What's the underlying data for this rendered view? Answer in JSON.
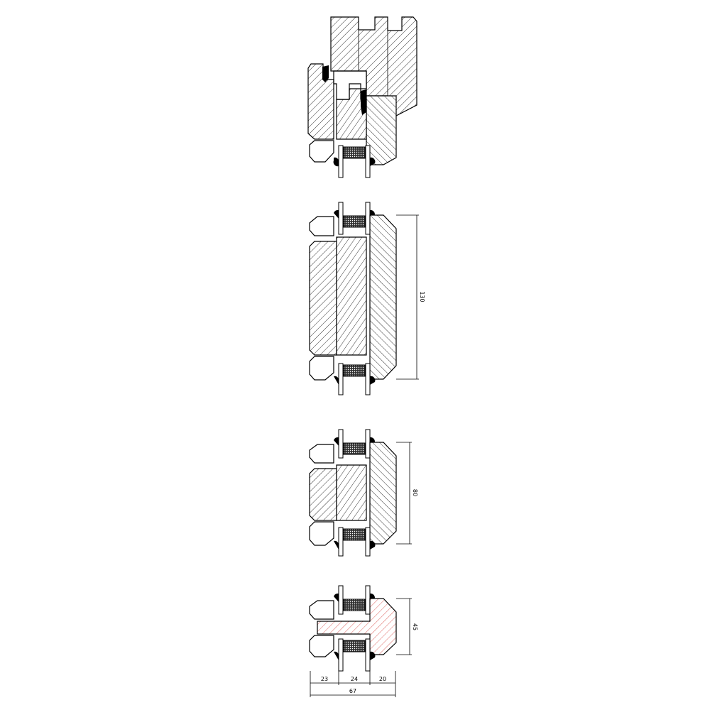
{
  "drawing": {
    "sections": [
      {
        "id": "sash-head",
        "type": "frame-sash-head"
      },
      {
        "id": "transom-130",
        "type": "transom",
        "dimension": "130"
      },
      {
        "id": "mullion-80",
        "type": "mullion",
        "dimension": "80"
      },
      {
        "id": "glazing-bar-45",
        "type": "glazing-bar",
        "dimension": "45",
        "highlighted": true
      }
    ],
    "bottom_dimensions": {
      "segments": [
        "23",
        "24",
        "20"
      ],
      "total": "67"
    },
    "colors": {
      "line": "#000000",
      "highlight_hatch": "#d9534f",
      "background": "#ffffff"
    }
  }
}
